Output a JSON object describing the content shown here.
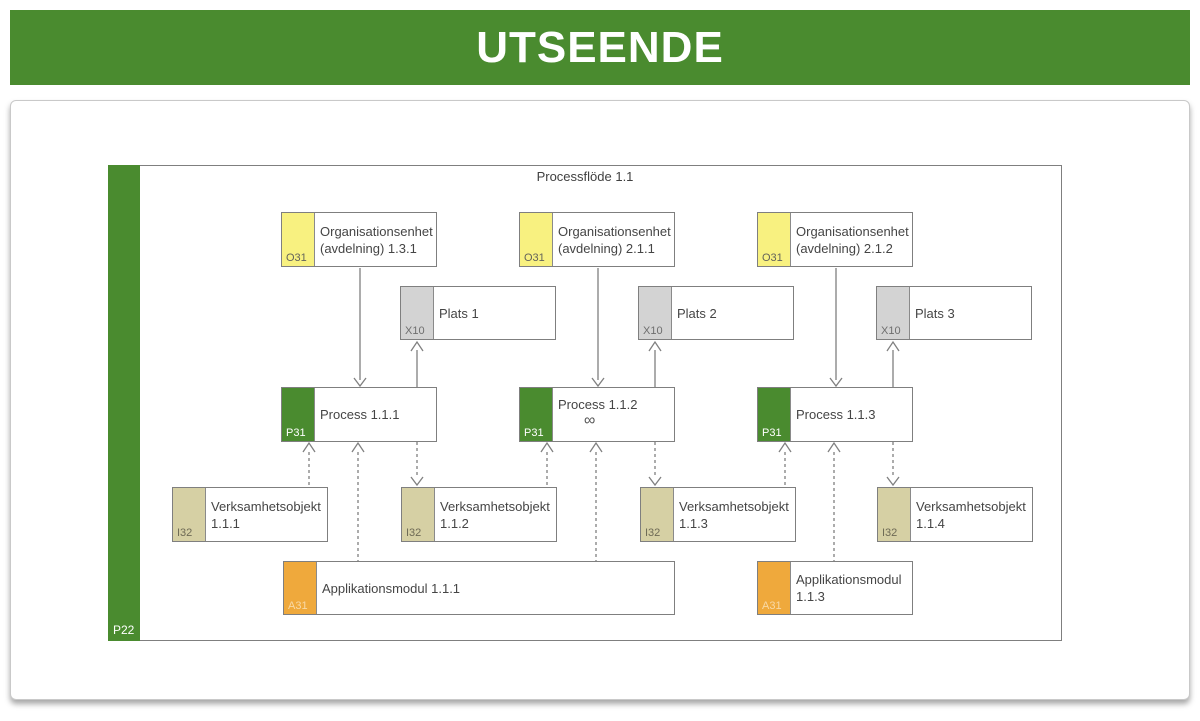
{
  "header": {
    "title": "UTSEENDE"
  },
  "diagram": {
    "frame_label": "Processflöde 1.1",
    "pool": {
      "tag": "P22"
    },
    "nodes": [
      {
        "tag": "O31",
        "label": "Organisationsenhet (avdelning) 1.3.1",
        "type": "organisation"
      },
      {
        "tag": "O31",
        "label": "Organisationsenhet (avdelning) 2.1.1",
        "type": "organisation"
      },
      {
        "tag": "O31",
        "label": "Organisationsenhet (avdelning) 2.1.2",
        "type": "organisation"
      },
      {
        "tag": "X10",
        "label": "Plats 1",
        "type": "plats"
      },
      {
        "tag": "X10",
        "label": "Plats 2",
        "type": "plats"
      },
      {
        "tag": "X10",
        "label": "Plats 3",
        "type": "plats"
      },
      {
        "tag": "P31",
        "label": "Process 1.1.1",
        "type": "process"
      },
      {
        "tag": "P31",
        "label": "Process 1.1.2",
        "type": "process",
        "icon": "∞"
      },
      {
        "tag": "P31",
        "label": "Process 1.1.3",
        "type": "process"
      },
      {
        "tag": "I32",
        "label": "Verksamhetsobjekt 1.1.1",
        "type": "verksamhetsobjekt"
      },
      {
        "tag": "I32",
        "label": "Verksamhetsobjekt 1.1.2",
        "type": "verksamhetsobjekt"
      },
      {
        "tag": "I32",
        "label": "Verksamhetsobjekt 1.1.3",
        "type": "verksamhetsobjekt"
      },
      {
        "tag": "I32",
        "label": "Verksamhetsobjekt 1.1.4",
        "type": "verksamhetsobjekt"
      },
      {
        "tag": "A31",
        "label": "Applikationsmodul 1.1.1",
        "type": "applikationsmodul"
      },
      {
        "tag": "A31",
        "label": "Applikationsmodul 1.1.3",
        "type": "applikationsmodul"
      }
    ],
    "edges": [
      {
        "from": "Organisationsenhet (avdelning) 1.3.1",
        "to": "Process 1.1.1",
        "style": "solid"
      },
      {
        "from": "Process 1.1.1",
        "to": "Plats 1",
        "style": "solid"
      },
      {
        "from": "Organisationsenhet (avdelning) 2.1.1",
        "to": "Process 1.1.2",
        "style": "solid"
      },
      {
        "from": "Process 1.1.2",
        "to": "Plats 2",
        "style": "solid"
      },
      {
        "from": "Organisationsenhet (avdelning) 2.1.2",
        "to": "Process 1.1.3",
        "style": "solid"
      },
      {
        "from": "Process 1.1.3",
        "to": "Plats 3",
        "style": "solid"
      },
      {
        "from": "Verksamhetsobjekt 1.1.1",
        "to": "Process 1.1.1",
        "style": "dashed"
      },
      {
        "from": "Applikationsmodul 1.1.1",
        "to": "Process 1.1.1",
        "style": "dashed"
      },
      {
        "from": "Process 1.1.1",
        "to": "Verksamhetsobjekt 1.1.2",
        "style": "dashed"
      },
      {
        "from": "Verksamhetsobjekt 1.1.2",
        "to": "Process 1.1.2",
        "style": "dashed"
      },
      {
        "from": "Applikationsmodul 1.1.1",
        "to": "Process 1.1.2",
        "style": "dashed"
      },
      {
        "from": "Process 1.1.2",
        "to": "Verksamhetsobjekt 1.1.3",
        "style": "dashed"
      },
      {
        "from": "Verksamhetsobjekt 1.1.3",
        "to": "Process 1.1.3",
        "style": "dashed"
      },
      {
        "from": "Applikationsmodul 1.1.3",
        "to": "Process 1.1.3",
        "style": "dashed"
      },
      {
        "from": "Process 1.1.3",
        "to": "Verksamhetsobjekt 1.1.4",
        "style": "dashed"
      }
    ]
  },
  "colors": {
    "header_green": "#4a8b2f",
    "process_green": "#4a8b2f",
    "organisation_yellow": "#f8f180",
    "plats_gray": "#d3d3d3",
    "object_khaki": "#d6d0a4",
    "app_orange": "#efa93c",
    "line_gray": "#808080"
  }
}
